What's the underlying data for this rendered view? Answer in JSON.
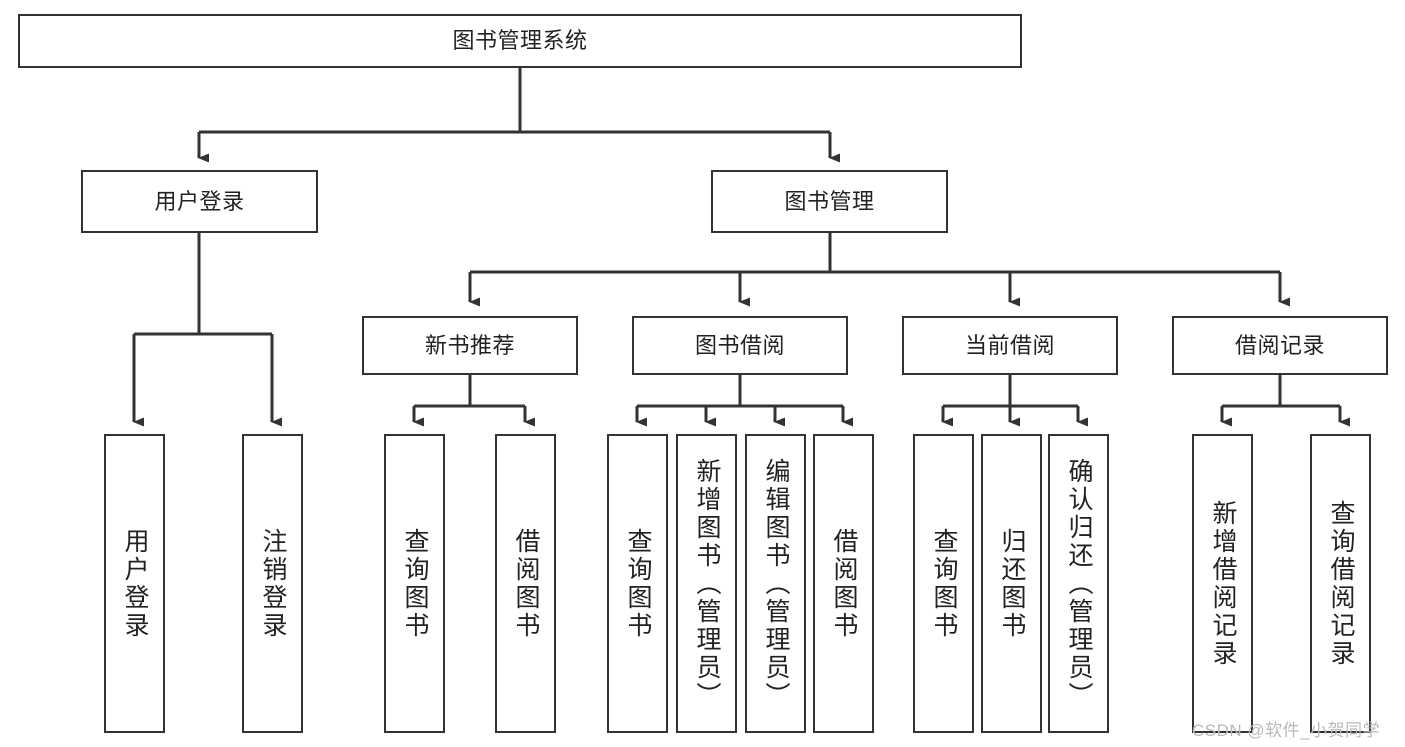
{
  "diagram": {
    "type": "tree-hierarchy",
    "title": "图书管理系统",
    "background_color": "#ffffff",
    "box_border_color": "#333333",
    "connector_color": "#333333",
    "text_color": "#222222",
    "levels": 4
  },
  "nodes": {
    "root": {
      "label": "图书管理系统"
    },
    "level2": [
      {
        "label": "用户登录"
      },
      {
        "label": "图书管理"
      }
    ],
    "level3": [
      {
        "label": "新书推荐"
      },
      {
        "label": "图书借阅"
      },
      {
        "label": "当前借阅"
      },
      {
        "label": "借阅记录"
      }
    ],
    "leaves": {
      "user_login": [
        {
          "label": "用户登录"
        },
        {
          "label": "注销登录"
        }
      ],
      "new_book_recommend": [
        {
          "label": "查询图书"
        },
        {
          "label": "借阅图书"
        }
      ],
      "book_borrow": [
        {
          "label": "查询图书"
        },
        {
          "label": "新增图书（管理员）"
        },
        {
          "label": "编辑图书（管理员）"
        },
        {
          "label": "借阅图书"
        }
      ],
      "current_borrow": [
        {
          "label": "查询图书"
        },
        {
          "label": "归还图书"
        },
        {
          "label": "确认归还（管理员）"
        }
      ],
      "borrow_record": [
        {
          "label": "新增借阅记录"
        },
        {
          "label": "查询借阅记录"
        }
      ]
    }
  },
  "watermark": {
    "text": "CSDN @软件_小贺同学"
  }
}
